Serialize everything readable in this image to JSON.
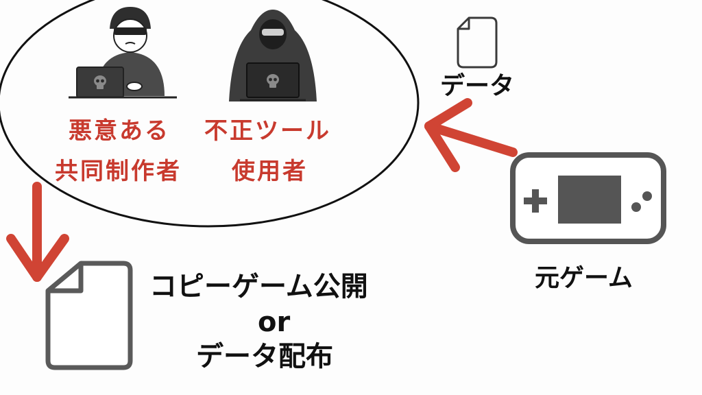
{
  "colors": {
    "accent_red": "#d04434",
    "label_red": "#c83a2e",
    "dark_gray": "#444444",
    "icon_gray": "#5a5a5a",
    "text_black": "#111111"
  },
  "actors": {
    "hacker_left": {
      "icon": "hacker-sunglasses-icon",
      "line1": "悪意ある",
      "line2": "共同制作者"
    },
    "hacker_right": {
      "icon": "hooded-hacker-icon",
      "line1": "不正ツール",
      "line2": "使用者"
    }
  },
  "source": {
    "icon": "game-console-icon",
    "label": "元ゲーム"
  },
  "data_file": {
    "icon": "document-icon",
    "label": "データ"
  },
  "result": {
    "icon": "document-icon",
    "line1": "コピーゲーム公開",
    "line2": "or",
    "line3": "データ配布"
  }
}
